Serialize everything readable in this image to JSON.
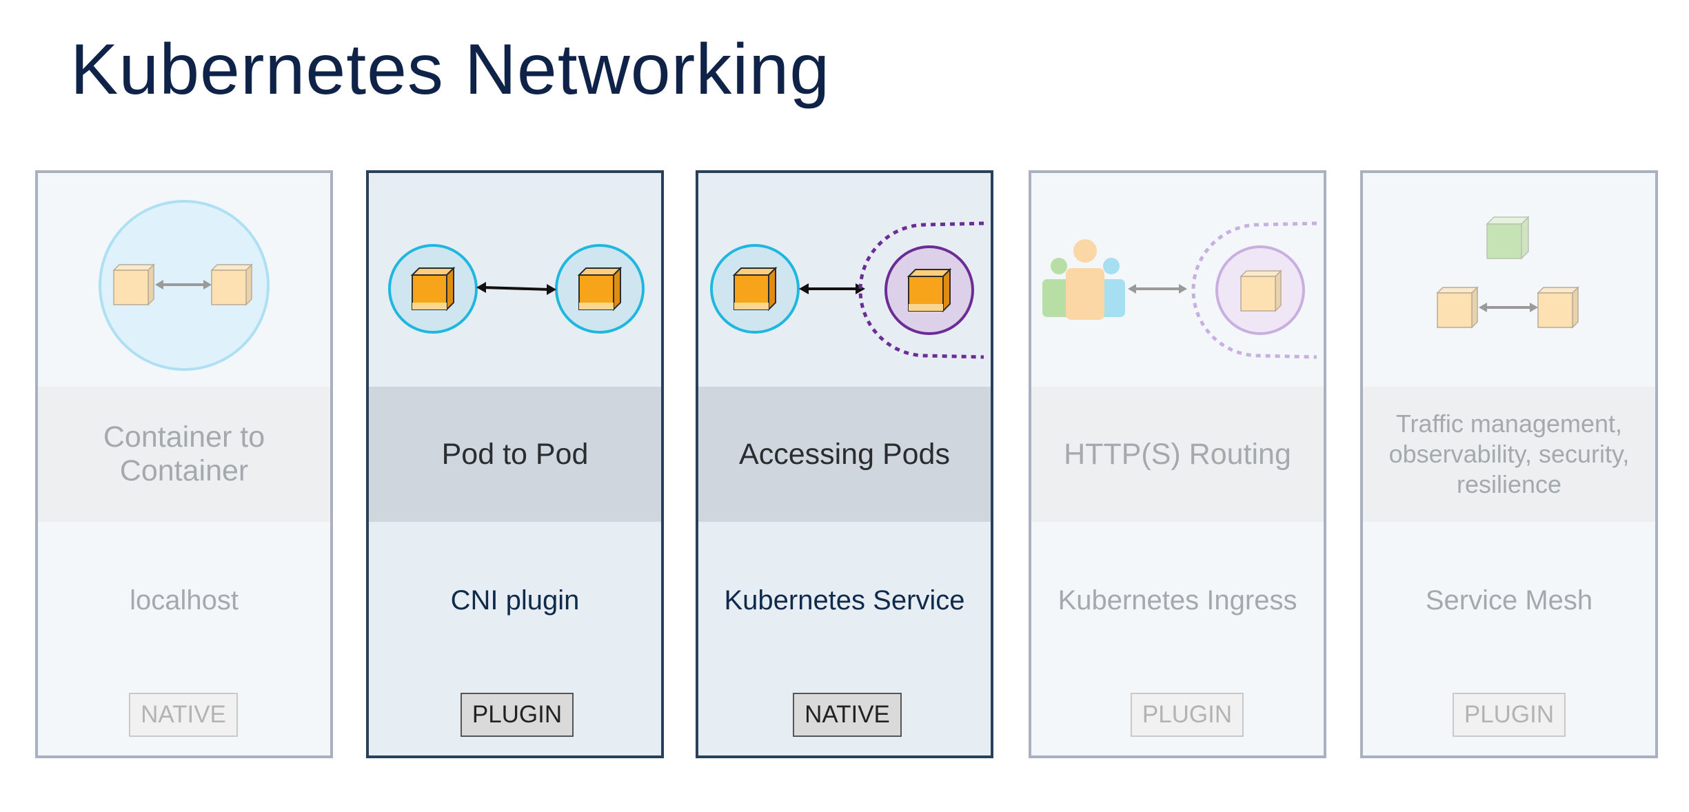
{
  "title": "Kubernetes Networking",
  "cards": [
    {
      "heading": "Container to\nContainer",
      "implementation": "localhost",
      "badge": "NATIVE",
      "highlighted": false
    },
    {
      "heading": "Pod to Pod",
      "implementation": "CNI plugin",
      "badge": "PLUGIN",
      "highlighted": true
    },
    {
      "heading": "Accessing Pods",
      "implementation": "Kubernetes Service",
      "badge": "NATIVE",
      "highlighted": true
    },
    {
      "heading": "HTTP(S) Routing",
      "implementation": "Kubernetes Ingress",
      "badge": "PLUGIN",
      "highlighted": false
    },
    {
      "heading": "Traffic management,\nobservability, security,\nresilience",
      "implementation": "Service Mesh",
      "badge": "PLUGIN",
      "highlighted": false
    }
  ],
  "colors": {
    "title": "#0f2248",
    "active_border": "#27405c",
    "dim_border": "#a9b0bf",
    "pod_ring": "#1fb6df",
    "service_ring": "#6b2c95",
    "container": "#f7a41a"
  }
}
